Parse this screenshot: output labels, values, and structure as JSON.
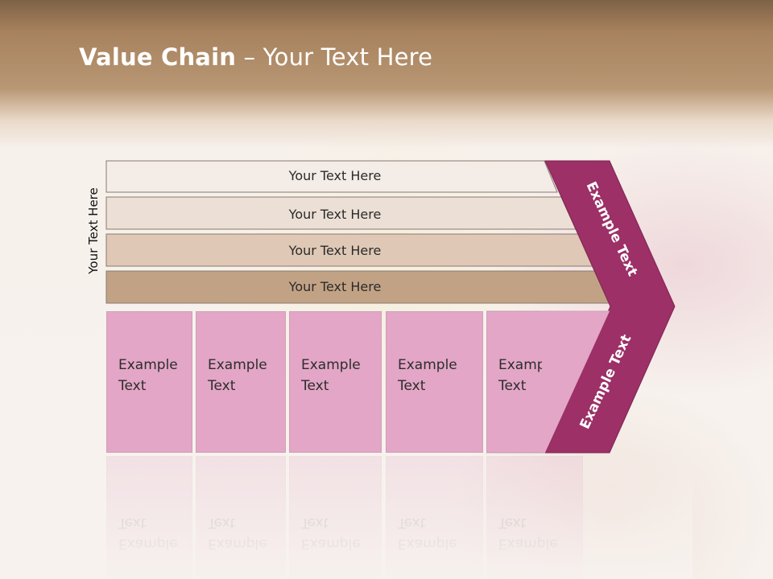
{
  "slide": {
    "title_bold": "Value Chain",
    "title_rest": " – Your Text Here",
    "side_label": "Your Text Here"
  },
  "support_bands": [
    {
      "label": "Your Text Here",
      "fill": "#f3ece7"
    },
    {
      "label": "Your Text Here",
      "fill": "#ece0d6"
    },
    {
      "label": "Your Text Here",
      "fill": "#dfc8b5"
    },
    {
      "label": "Your Text Here",
      "fill": "#c2a285"
    }
  ],
  "primary_activities": [
    {
      "label": "Example Text"
    },
    {
      "label": "Example Text"
    },
    {
      "label": "Example Text"
    },
    {
      "label": "Example Text"
    },
    {
      "label": "Example Text"
    }
  ],
  "chevron": {
    "upper_label": "Example Text",
    "lower_label": "Example Text",
    "fill": "#9c3067"
  },
  "colors": {
    "cell_fill": "#e3a6c6",
    "band_border": "#8a7a6e"
  }
}
